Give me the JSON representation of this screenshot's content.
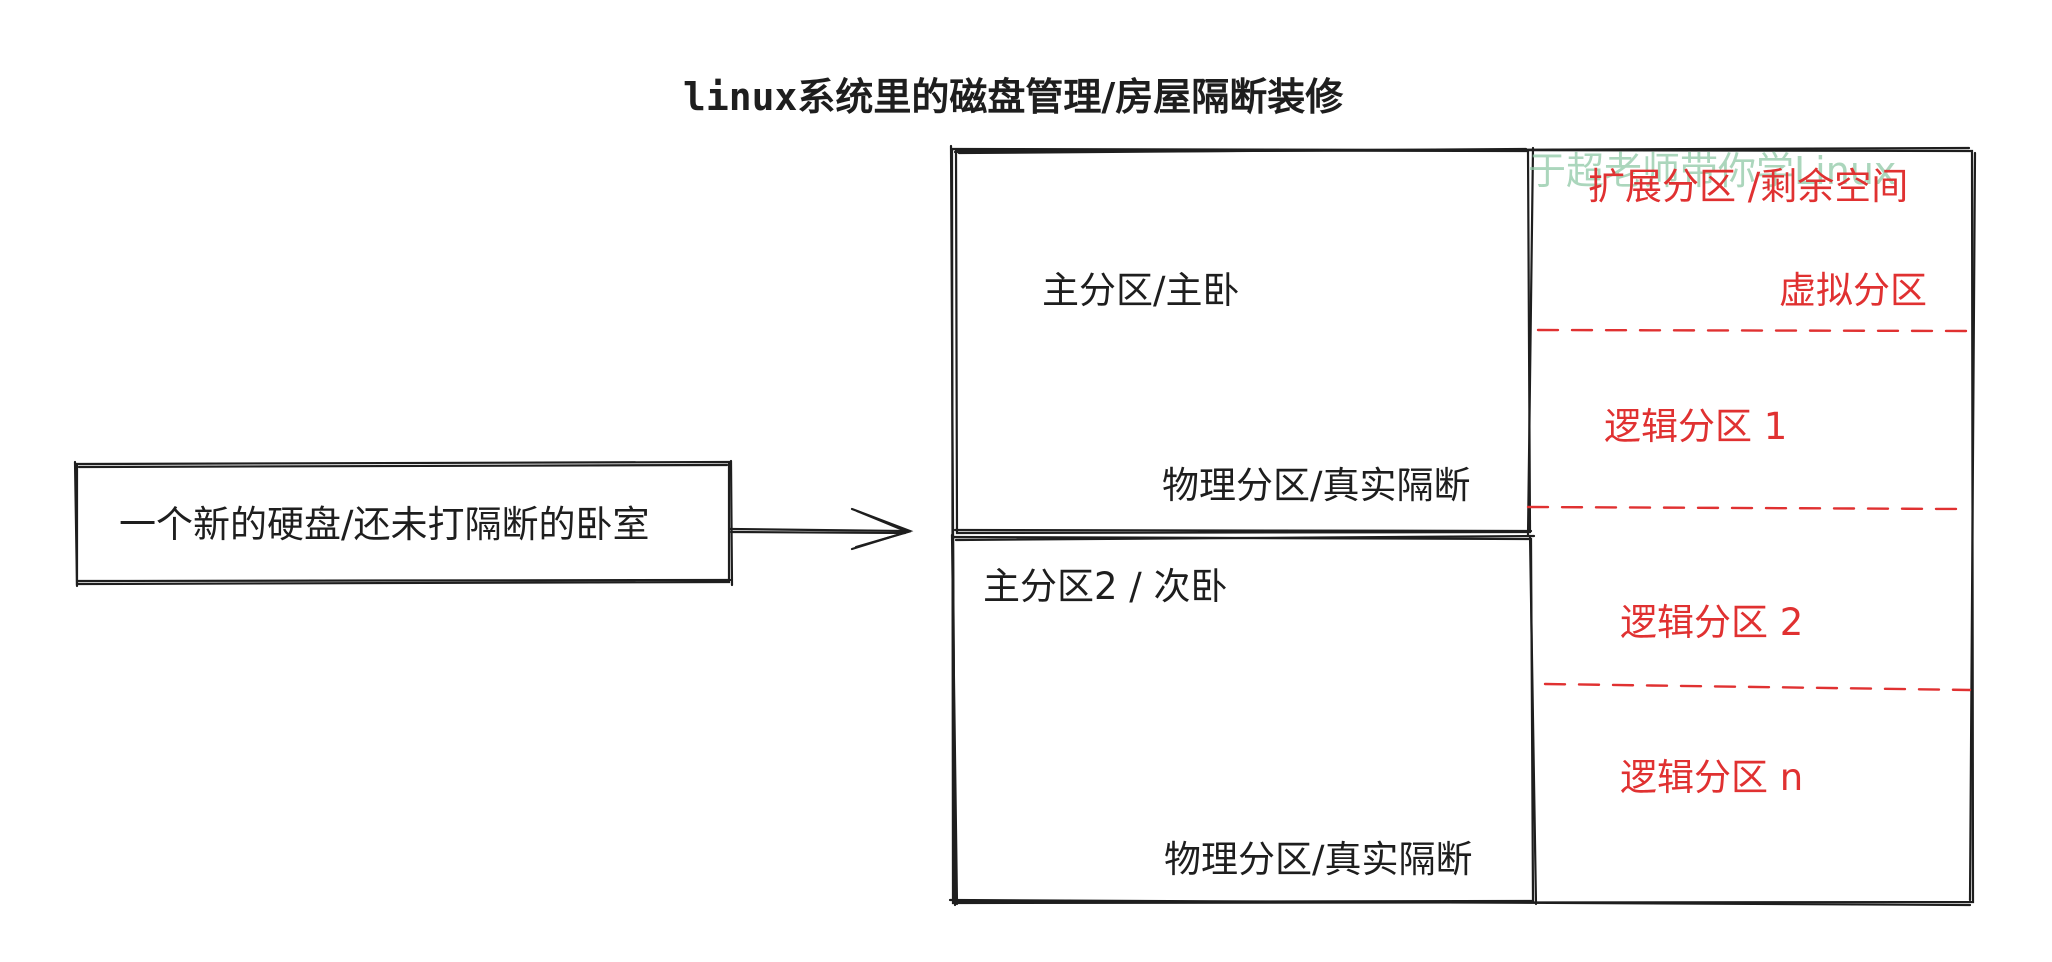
{
  "title": {
    "prefix": "linux",
    "rest": "系统里的磁盘管理/房屋隔断装修"
  },
  "disk_box": {
    "label": "一个新的硬盘/还未打隔断的卧室"
  },
  "primary_partition_1": {
    "label": "主分区/主卧",
    "physical_label": "物理分区/真实隔断"
  },
  "primary_partition_2": {
    "label": "主分区2 / 次卧",
    "physical_label": "物理分区/真实隔断"
  },
  "extended_partition": {
    "label": "扩展分区 /剩余空间",
    "virtual_label": "虚拟分区",
    "logical_partitions": [
      "逻辑分区 1",
      "逻辑分区 2",
      "逻辑分区 n"
    ]
  },
  "watermark": "于超老师带你学Linux",
  "colors": {
    "ink": "#1e1e1e",
    "red": "#e03131",
    "watermark": "#8fc9a6"
  }
}
